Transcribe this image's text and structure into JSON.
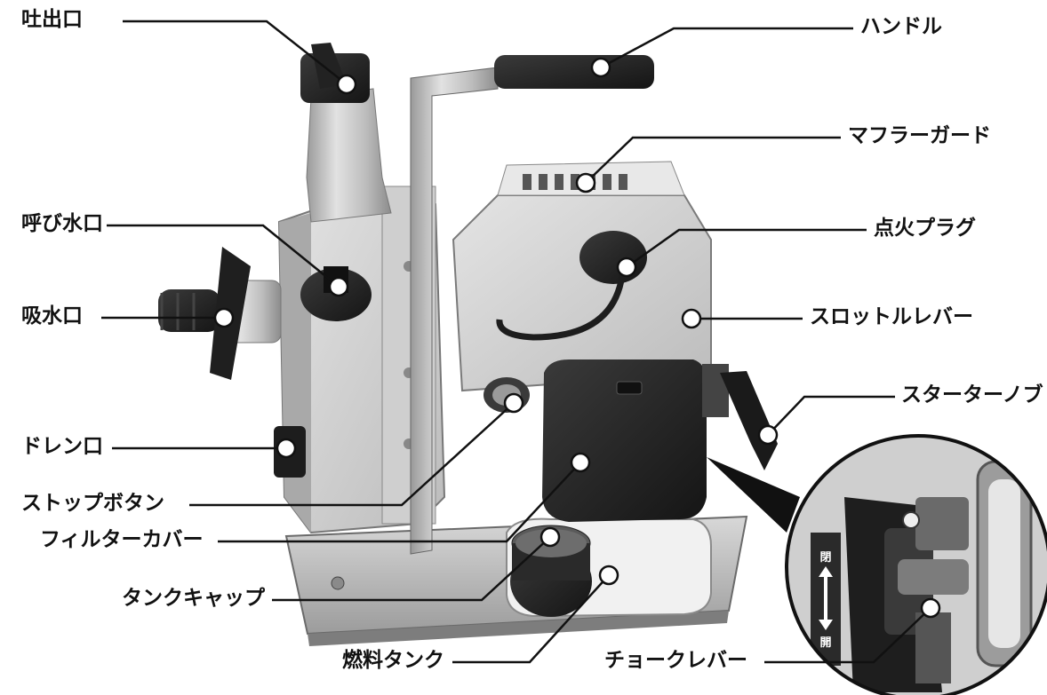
{
  "diagram": {
    "labels": {
      "outlet": "吐出口",
      "priming_port": "呼び水口",
      "inlet": "吸水口",
      "drain": "ドレン口",
      "stop_button": "ストップボタン",
      "filter_cover": "フィルターカバー",
      "tank_cap": "タンクキャップ",
      "fuel_tank": "燃料タンク",
      "handle": "ハンドル",
      "muffler_guard": "マフラーガード",
      "spark_plug": "点火プラグ",
      "throttle_lever": "スロットルレバー",
      "starter_knob": "スターターノブ",
      "choke_lever": "チョークレバー"
    },
    "inset": {
      "close": "閉",
      "open": "開"
    }
  }
}
